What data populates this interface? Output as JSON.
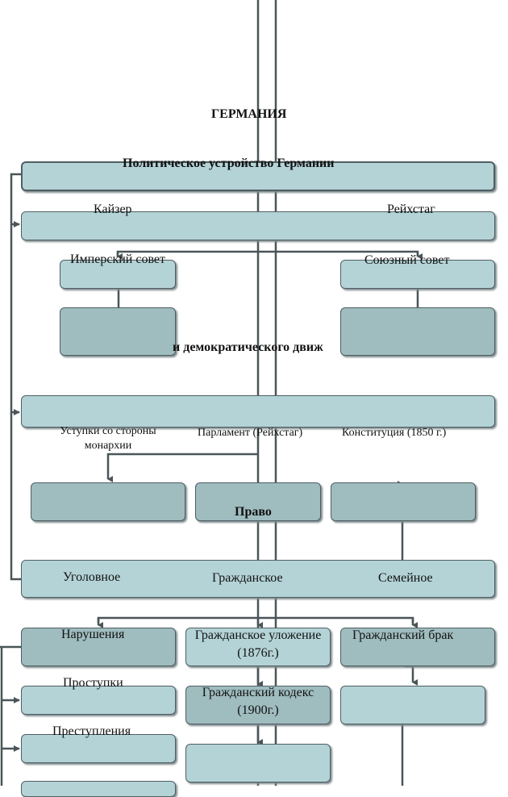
{
  "title": "ГЕРМАНИЯ",
  "political": {
    "header": "Политическое устройство Германии",
    "kaiser": "Кайзер",
    "reichstag": "Рейхстаг",
    "imperial_council": "Имперский совет",
    "federal_council": "Союзный совет"
  },
  "democratic_movement": {
    "fragment": "и демократического движ",
    "concessions": "Уступки со стороны монархии",
    "parliament": "Парламент (Рейхстаг)",
    "constitution": "Конституция (1850 г.)"
  },
  "law": {
    "header": "Право",
    "criminal": "Уголовное",
    "civil": "Гражданское",
    "family": "Семейное",
    "violations": "Нарушения",
    "misdemeanors": "Проступки",
    "crimes": "Преступления",
    "civil_code_1876": "Гражданское уложение (1876г.)",
    "civil_code_1900": "Гражданский кодекс (1900г.)",
    "civil_marriage": "Гражданский брак"
  },
  "colors": {
    "box_light": "#b4d3d7",
    "box_mid": "#9fbcbf",
    "line": "#4a5558"
  }
}
